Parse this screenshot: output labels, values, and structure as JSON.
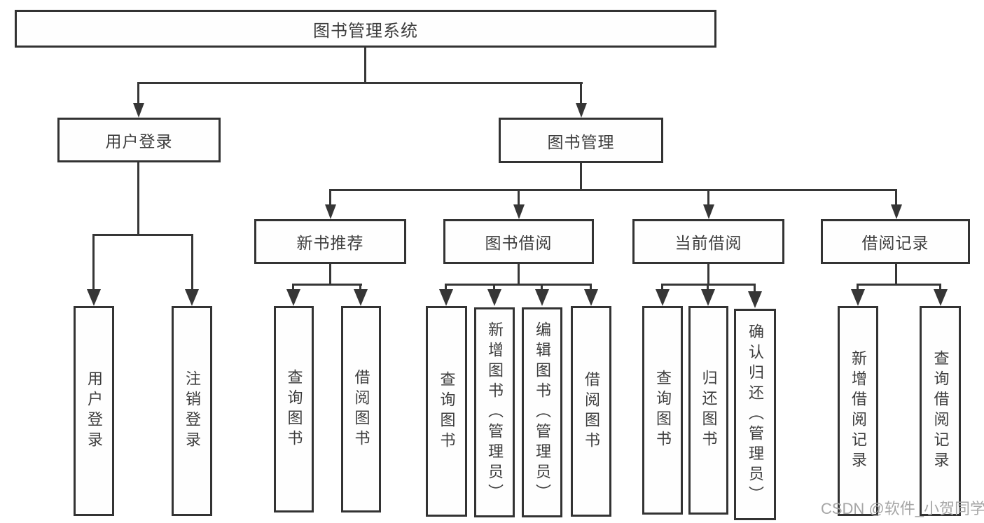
{
  "diagram": {
    "title": "图书管理系统",
    "root": {
      "label": "图书管理系统"
    },
    "branches": [
      {
        "label": "用户登录",
        "children": [
          "用户登录",
          "注销登录"
        ]
      },
      {
        "label": "图书管理",
        "groups": [
          {
            "label": "新书推荐",
            "children": [
              "查询图书",
              "借阅图书"
            ]
          },
          {
            "label": "图书借阅",
            "children": [
              "查询图书",
              "新增图书（管理员）",
              "编辑图书（管理员）",
              "借阅图书"
            ]
          },
          {
            "label": "当前借阅",
            "children": [
              "查询图书",
              "归还图书",
              "确认归还（管理员）"
            ]
          },
          {
            "label": "借阅记录",
            "children": [
              "新增借阅记录",
              "查询借阅记录"
            ]
          }
        ]
      }
    ]
  },
  "watermark": "CSDN @软件_小贺同学",
  "colors": {
    "line": "#363636",
    "text": "#3d3d3d",
    "watermark": "#a6a6a6",
    "background": "#ffffff"
  }
}
